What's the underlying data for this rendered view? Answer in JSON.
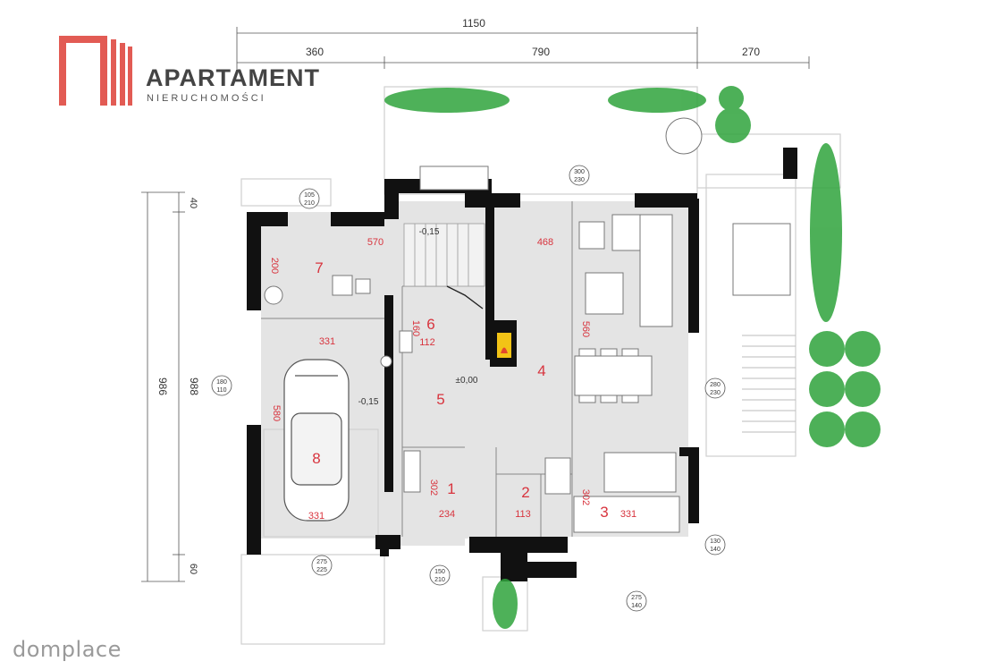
{
  "brand": {
    "name": "APARTAMENT",
    "tagline": "NIERUCHOMOŚCI",
    "color": "#e25b54"
  },
  "watermark": "domplace",
  "accent_colors": {
    "room_numbers": "#d8343e",
    "walls": "#111111",
    "floor": "#e4e4e4",
    "plants": "#2fa33c",
    "fireplace": "#f2c316"
  },
  "dimensions": {
    "top_total": "1150",
    "top_segments": [
      "360",
      "790",
      "270"
    ],
    "left_outer": "986",
    "left_inner": "988",
    "left_top": "40",
    "left_bottom": "60"
  },
  "rooms": [
    {
      "number": "1",
      "dim_a": "234",
      "dim_b": "302"
    },
    {
      "number": "2",
      "dim_a": "113"
    },
    {
      "number": "3",
      "dim_a": "331",
      "dim_b": "302"
    },
    {
      "number": "4",
      "dim_a": "468",
      "dim_b": "560"
    },
    {
      "number": "5"
    },
    {
      "number": "6",
      "dim_a": "112",
      "dim_b": "160"
    },
    {
      "number": "7",
      "dim_a": "570",
      "dim_b": "200"
    },
    {
      "number": "8",
      "dim_a": "331",
      "dim_b": "580",
      "dim_c": "331"
    }
  ],
  "levels": {
    "main": "±0,00",
    "garage": "-0,15",
    "utility": "-0,15"
  },
  "openings": [
    {
      "w": "105",
      "h": "210"
    },
    {
      "w": "300",
      "h": "230"
    },
    {
      "w": "180",
      "h": "110"
    },
    {
      "w": "280",
      "h": "230"
    },
    {
      "w": "130",
      "h": "140"
    },
    {
      "w": "275",
      "h": "225"
    },
    {
      "w": "150",
      "h": "210"
    },
    {
      "w": "275",
      "h": "140"
    }
  ]
}
